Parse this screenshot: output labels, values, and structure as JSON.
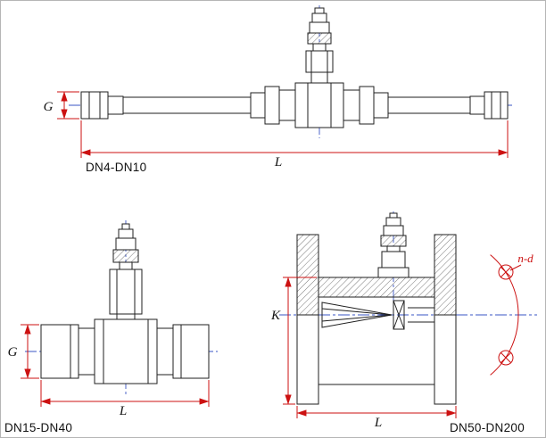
{
  "colors": {
    "background": "#ffffff",
    "line": "#1f1f1f",
    "dimension": "#cc1111",
    "centerline": "#3a56c5",
    "text": "#111111"
  },
  "drawings": {
    "small": {
      "caption": "DN4-DN10",
      "dim_g": "G",
      "dim_l": "L"
    },
    "medium": {
      "caption": "DN15-DN40",
      "dim_g": "G",
      "dim_l": "L"
    },
    "large": {
      "caption": "DN50-DN200",
      "dim_k": "K",
      "dim_l": "L",
      "annotation_nd": "n-d"
    }
  }
}
